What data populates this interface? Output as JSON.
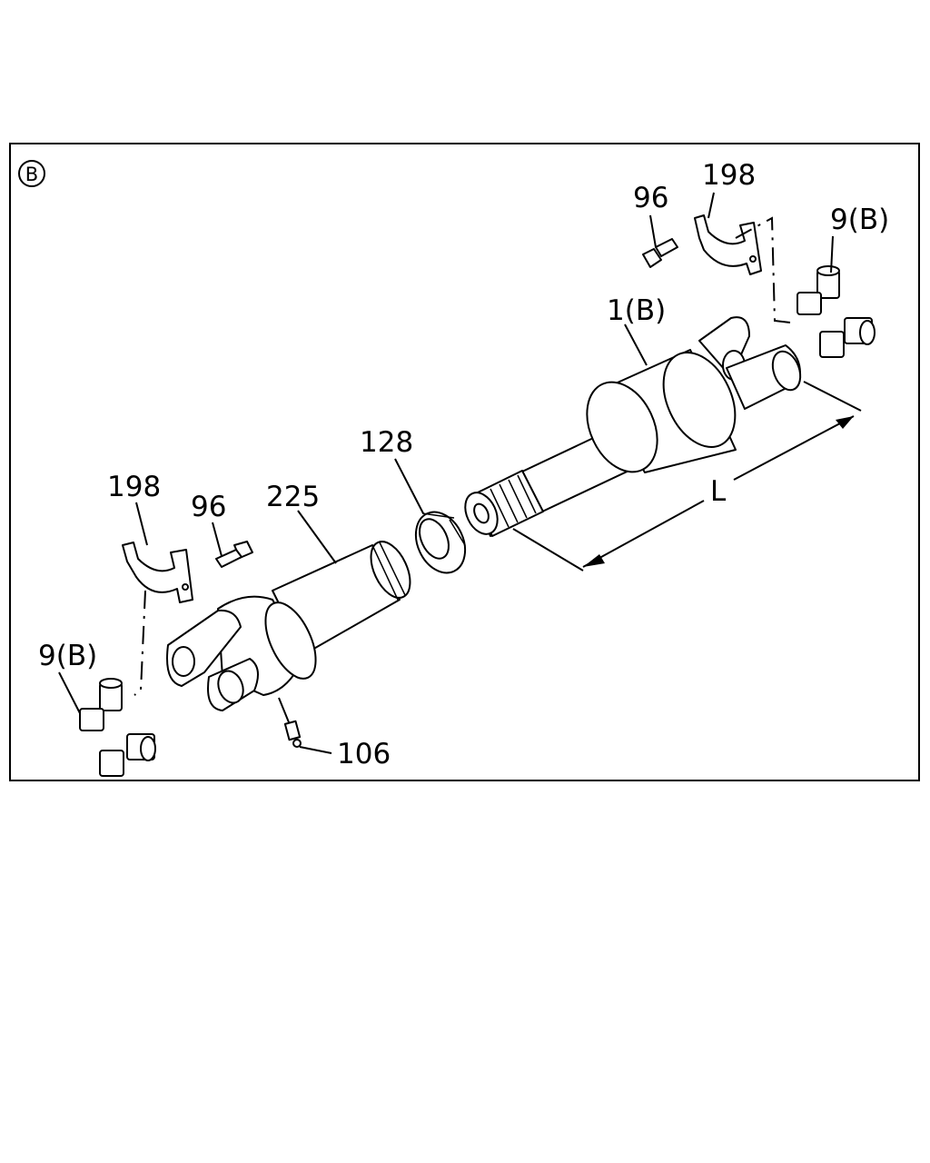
{
  "section_badge": "B",
  "labels": {
    "clamp_right": "198",
    "bolt_right": "96",
    "ujoint_right": "9(B)",
    "shaft_assembly": "1(B)",
    "dust_cap": "128",
    "clamp_left": "198",
    "bolt_left": "96",
    "slip_yoke": "225",
    "ujoint_left": "9(B)",
    "grease_fitting": "106",
    "length_dimension": "L"
  }
}
